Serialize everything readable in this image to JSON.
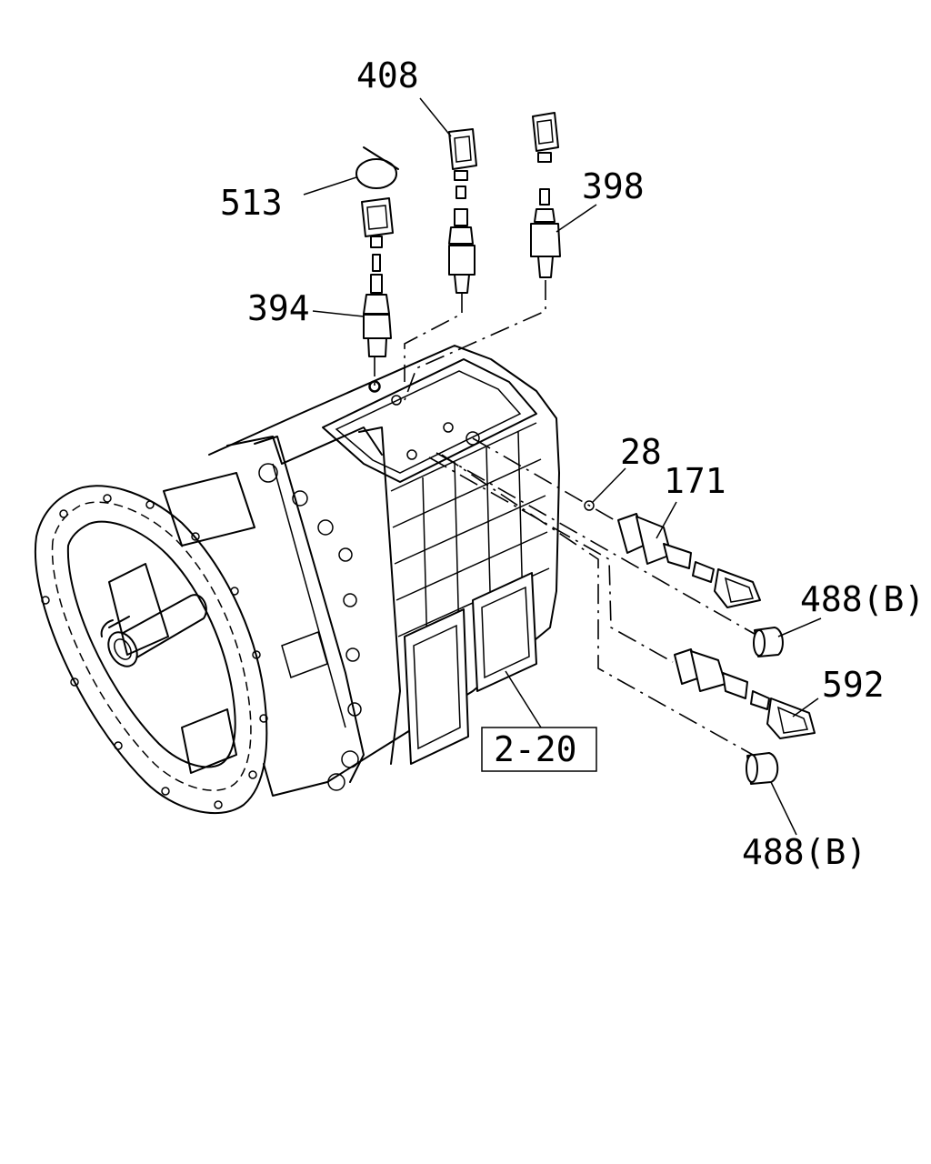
{
  "callouts": {
    "c408": "408",
    "c513": "513",
    "c398": "398",
    "c394": "394",
    "c28": "28",
    "c171": "171",
    "c488a": "488(B)",
    "c592": "592",
    "c220": "2-20",
    "c488b": "488(B)"
  },
  "colors": {
    "line": "#000000",
    "background": "#ffffff"
  }
}
